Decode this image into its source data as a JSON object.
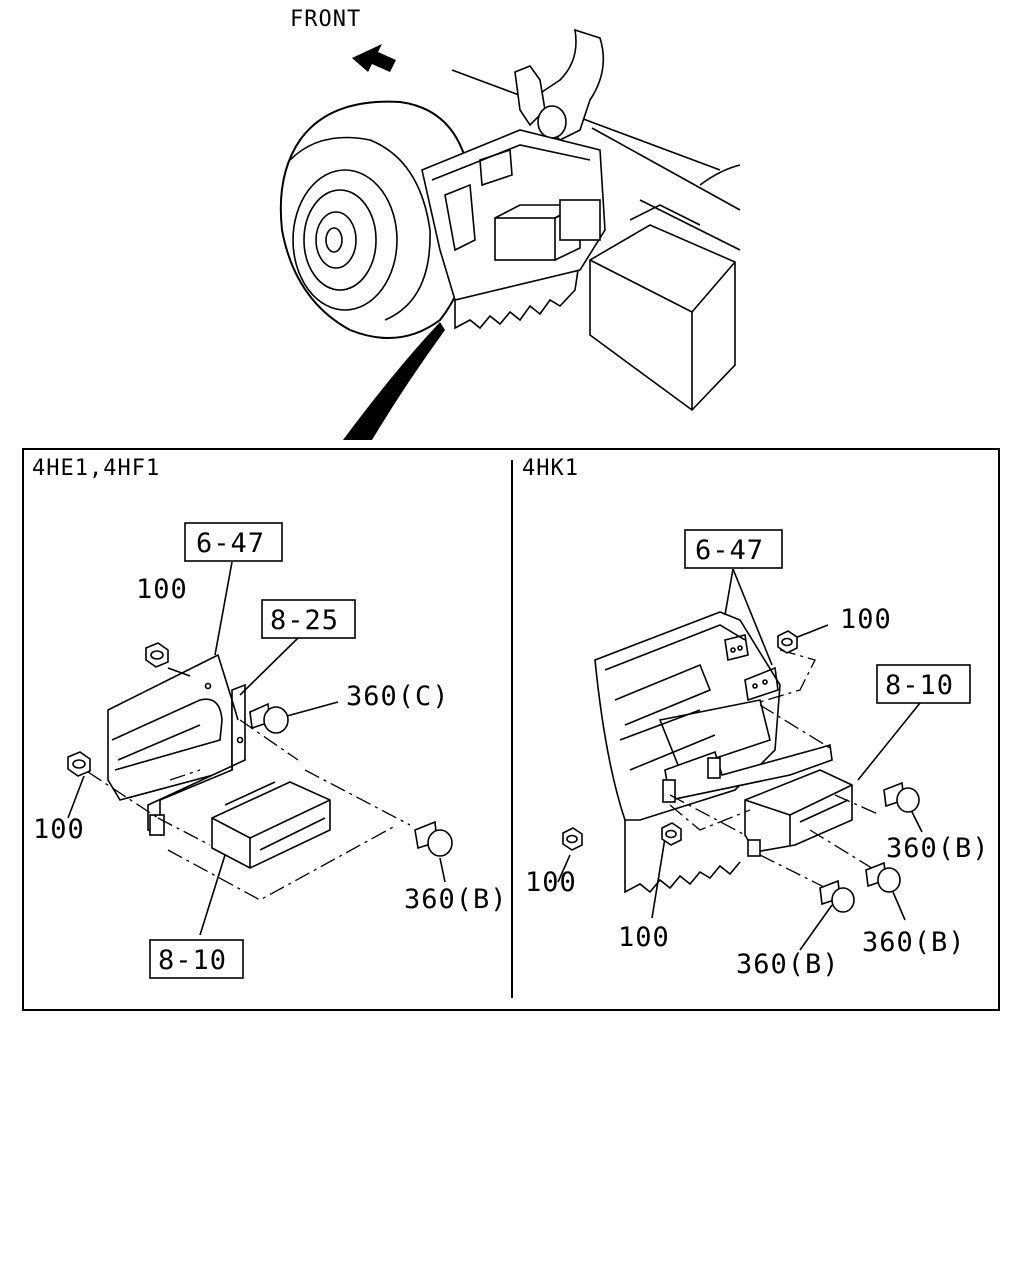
{
  "header": {
    "front_label": "FRONT"
  },
  "panels": {
    "left": {
      "title": "4HE1,4HF1"
    },
    "right": {
      "title": "4HK1"
    }
  },
  "callouts": {
    "left": {
      "ref_6_47": "6-47",
      "ref_8_25": "8-25",
      "ref_8_10": "8-10",
      "nut_top": "100",
      "nut_left": "100",
      "bolt_c": "360(C)",
      "bolt_b": "360(B)"
    },
    "right": {
      "ref_6_47": "6-47",
      "ref_8_10": "8-10",
      "nut_top": "100",
      "nut_left": "100",
      "nut_bottom": "100",
      "bolt_b_right": "360(B)",
      "bolt_b_mid": "360(B)",
      "bolt_b_bottom": "360(B)"
    }
  }
}
